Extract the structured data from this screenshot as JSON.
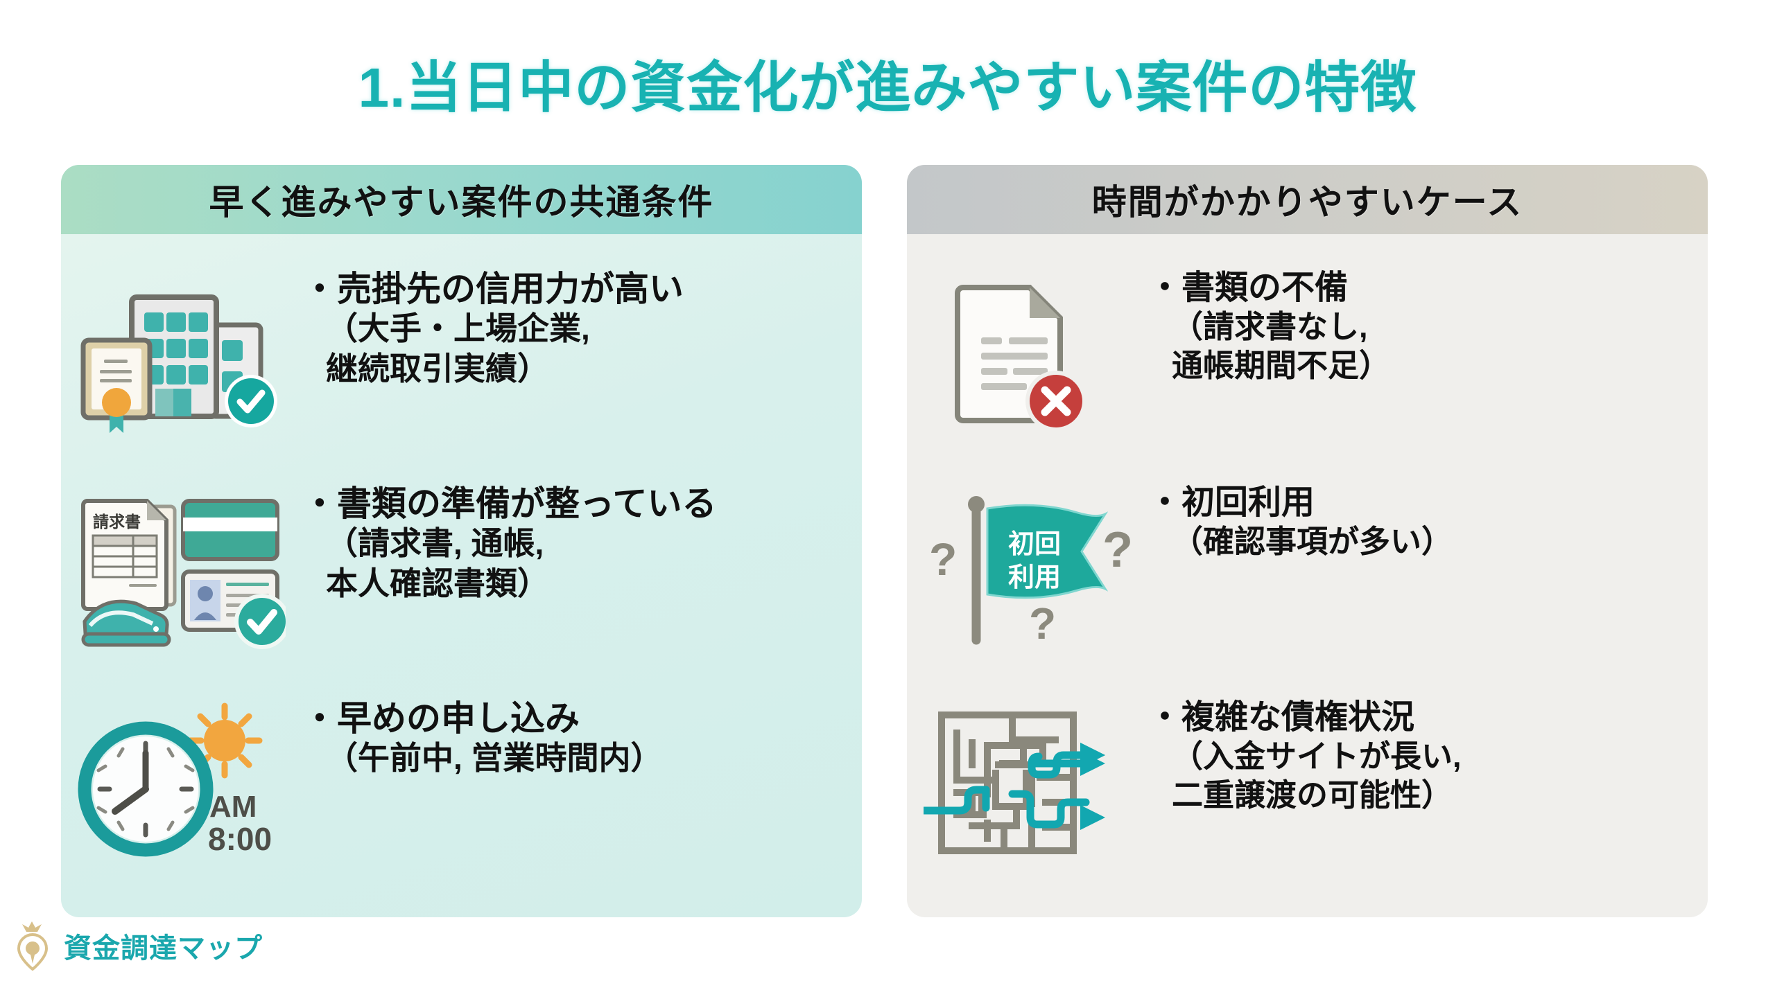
{
  "slide": {
    "title": "1.当日中の資金化が進みやすい案件の特徴",
    "title_color": "#18b2b2",
    "background": "#ffffff"
  },
  "panels": [
    {
      "id": "fast-cases",
      "header": "早く進みやすい案件の共通条件",
      "header_gradient": [
        "#abddc4",
        "#86d2cf"
      ],
      "body_background": "#d8f0ec",
      "rows": [
        {
          "icon": "certificate-building-check-icon",
          "main": "・売掛先の信用力が高い",
          "sub1": "（大手・上場企業,",
          "sub2": "継続取引実績）"
        },
        {
          "icon": "documents-stapler-idcard-check-icon",
          "icon_label": "請求書",
          "main": "・書類の準備が整っている",
          "sub1": "（請求書, 通帳,",
          "sub2": "本人確認書類）"
        },
        {
          "icon": "clock-sun-icon",
          "icon_label_am": "AM",
          "icon_label_time": "8:00",
          "main": "・早めの申し込み",
          "sub1": "（午前中, 営業時間内）",
          "sub2": ""
        }
      ]
    },
    {
      "id": "slow-cases",
      "header": "時間がかかりやすいケース",
      "header_gradient": [
        "#c3c7c9",
        "#d7d2c5"
      ],
      "body_background": "#f0efec",
      "rows": [
        {
          "icon": "document-error-icon",
          "main": "・書類の不備",
          "sub1": "（請求書なし,",
          "sub2": "通帳期間不足）"
        },
        {
          "icon": "flag-question-icon",
          "icon_label_line1": "初回",
          "icon_label_line2": "利用",
          "main": "・初回利用",
          "sub1": "（確認事項が多い）",
          "sub2": ""
        },
        {
          "icon": "maze-arrows-icon",
          "main": "・複雑な債権状況",
          "sub1": "（入金サイトが長い,",
          "sub2": "二重譲渡の可能性）"
        }
      ]
    }
  ],
  "footer": {
    "brand": "資金調達マップ",
    "brand_color": "#1aa7ad",
    "logo_color": "#d8c08a"
  },
  "colors": {
    "teal": "#20a7a0",
    "teal_dark": "#138f92",
    "orange": "#f0a63c",
    "red": "#c7403c",
    "gray": "#8a8a80"
  }
}
